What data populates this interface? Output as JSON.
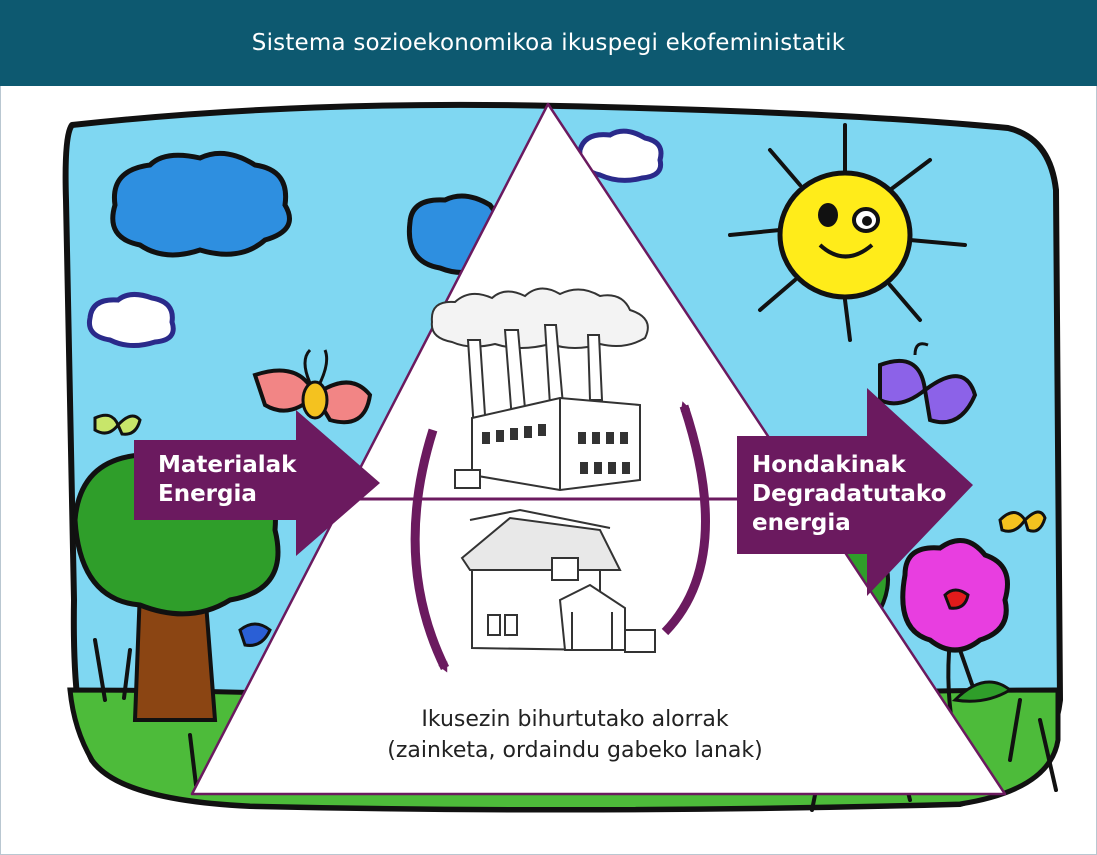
{
  "title": "Sistema sozioekonomikoa ikuspegi ekofeministatik",
  "inputs": {
    "lines": [
      "Materialak",
      "Energia"
    ]
  },
  "outputs": {
    "lines": [
      "Hondakinak",
      "Degradatutako",
      "energia"
    ]
  },
  "hidden_spheres": {
    "lines": [
      "Ikusezin bihurtutako alorrak",
      "(zainketa, ordaindu gabeko lanak)"
    ]
  },
  "colors": {
    "header": "#0d5970",
    "arrows": "#6b1a5f",
    "sky": "#7fd7f2",
    "grass": "#4dbb3a"
  },
  "icons": [
    "factory-icon",
    "house-icon",
    "sun-icon",
    "cloud-icon",
    "butterfly-icon",
    "flower-icon",
    "tree-icon"
  ]
}
